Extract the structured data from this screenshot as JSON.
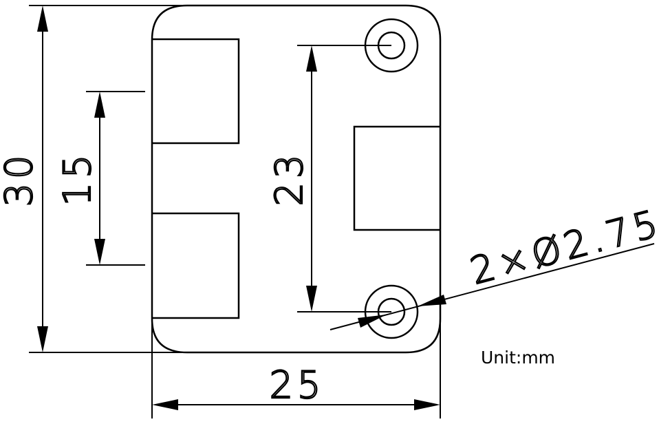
{
  "drawing": {
    "dimensions": {
      "height": "30",
      "width": "25",
      "slot_pitch": "15",
      "hole_pitch": "23",
      "hole_callout": "2×Ø2.75"
    },
    "unit_label": "Unit:mm"
  }
}
